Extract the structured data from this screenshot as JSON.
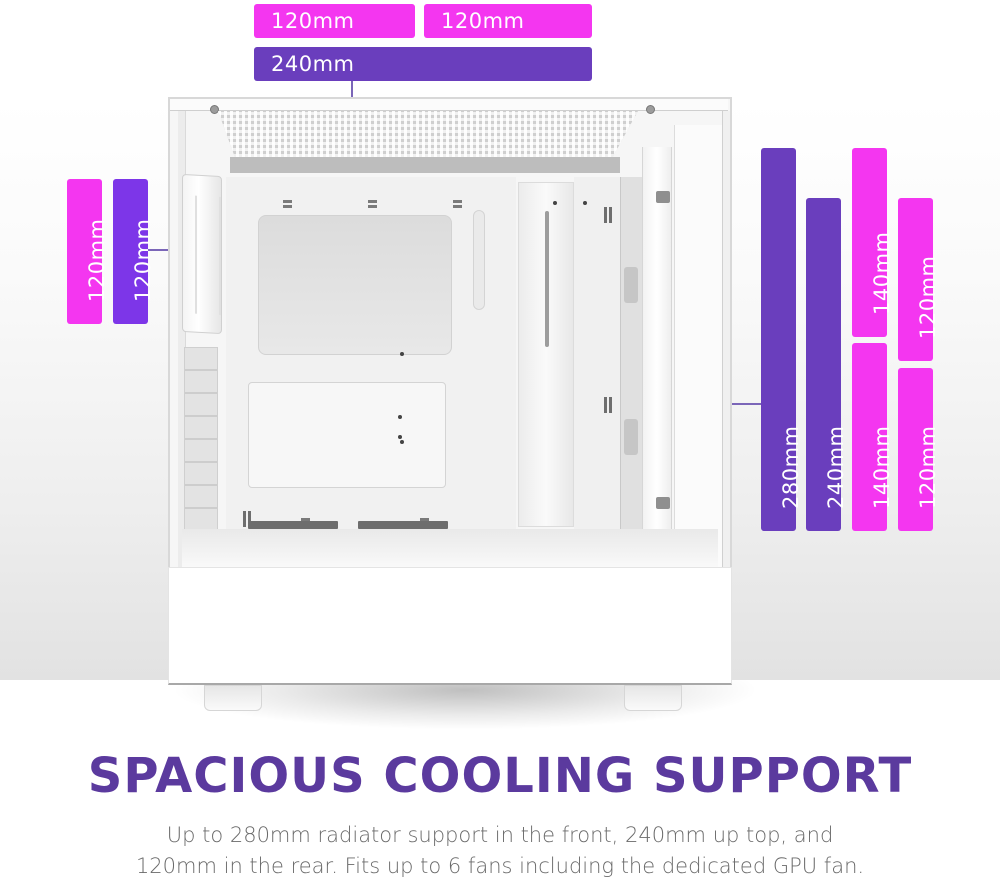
{
  "colors": {
    "magenta": "#f436f0",
    "purple": "#6a3ebd",
    "violet": "#7d36e8",
    "title": "#5b3a9e",
    "body_text": "#6a6a6a",
    "connector": "#7b66b8"
  },
  "top_labels": {
    "fan_left": "120mm",
    "fan_right": "120mm",
    "radiator": "240mm"
  },
  "rear_labels": {
    "fan": "120mm",
    "radiator": "120mm"
  },
  "front_labels": {
    "radiator_280": "280mm",
    "radiator_240": "240mm",
    "fan_140_top": "140mm",
    "fan_140_bottom": "140mm",
    "fan_120_top": "120mm",
    "fan_120_bottom": "120mm"
  },
  "headline": "SPACIOUS COOLING SUPPORT",
  "description": {
    "line1": "Up to 280mm radiator support in the front, 240mm up top, and",
    "line2": "120mm in the rear. Fits up to 6 fans including the dedicated GPU fan."
  }
}
